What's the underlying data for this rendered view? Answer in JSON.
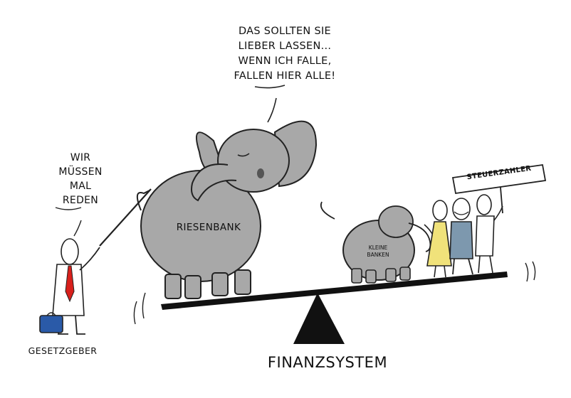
{
  "speech": {
    "big_bank": "DAS SOLLTEN SIE\nLIEBER LASSEN...\nWENN ICH FALLE,\nFALLEN HIER ALLE!",
    "lawmaker": "WIR\nMÜSSEN\nMAL\nREDEN"
  },
  "labels": {
    "big_bank": "RIESENBANK",
    "small_banks": "KLEINE\nBANKEN",
    "taxpayers_sign": "STEUERZAHLER",
    "lawmaker": "GESETZGEBER",
    "system": "FINANZSYSTEM"
  },
  "colors": {
    "elephant": "#a8a8a8",
    "outline": "#222222",
    "tie": "#d8201c",
    "briefcase": "#2a5aa8",
    "dress": "#f0e27a",
    "sweater": "#7d98ae"
  }
}
